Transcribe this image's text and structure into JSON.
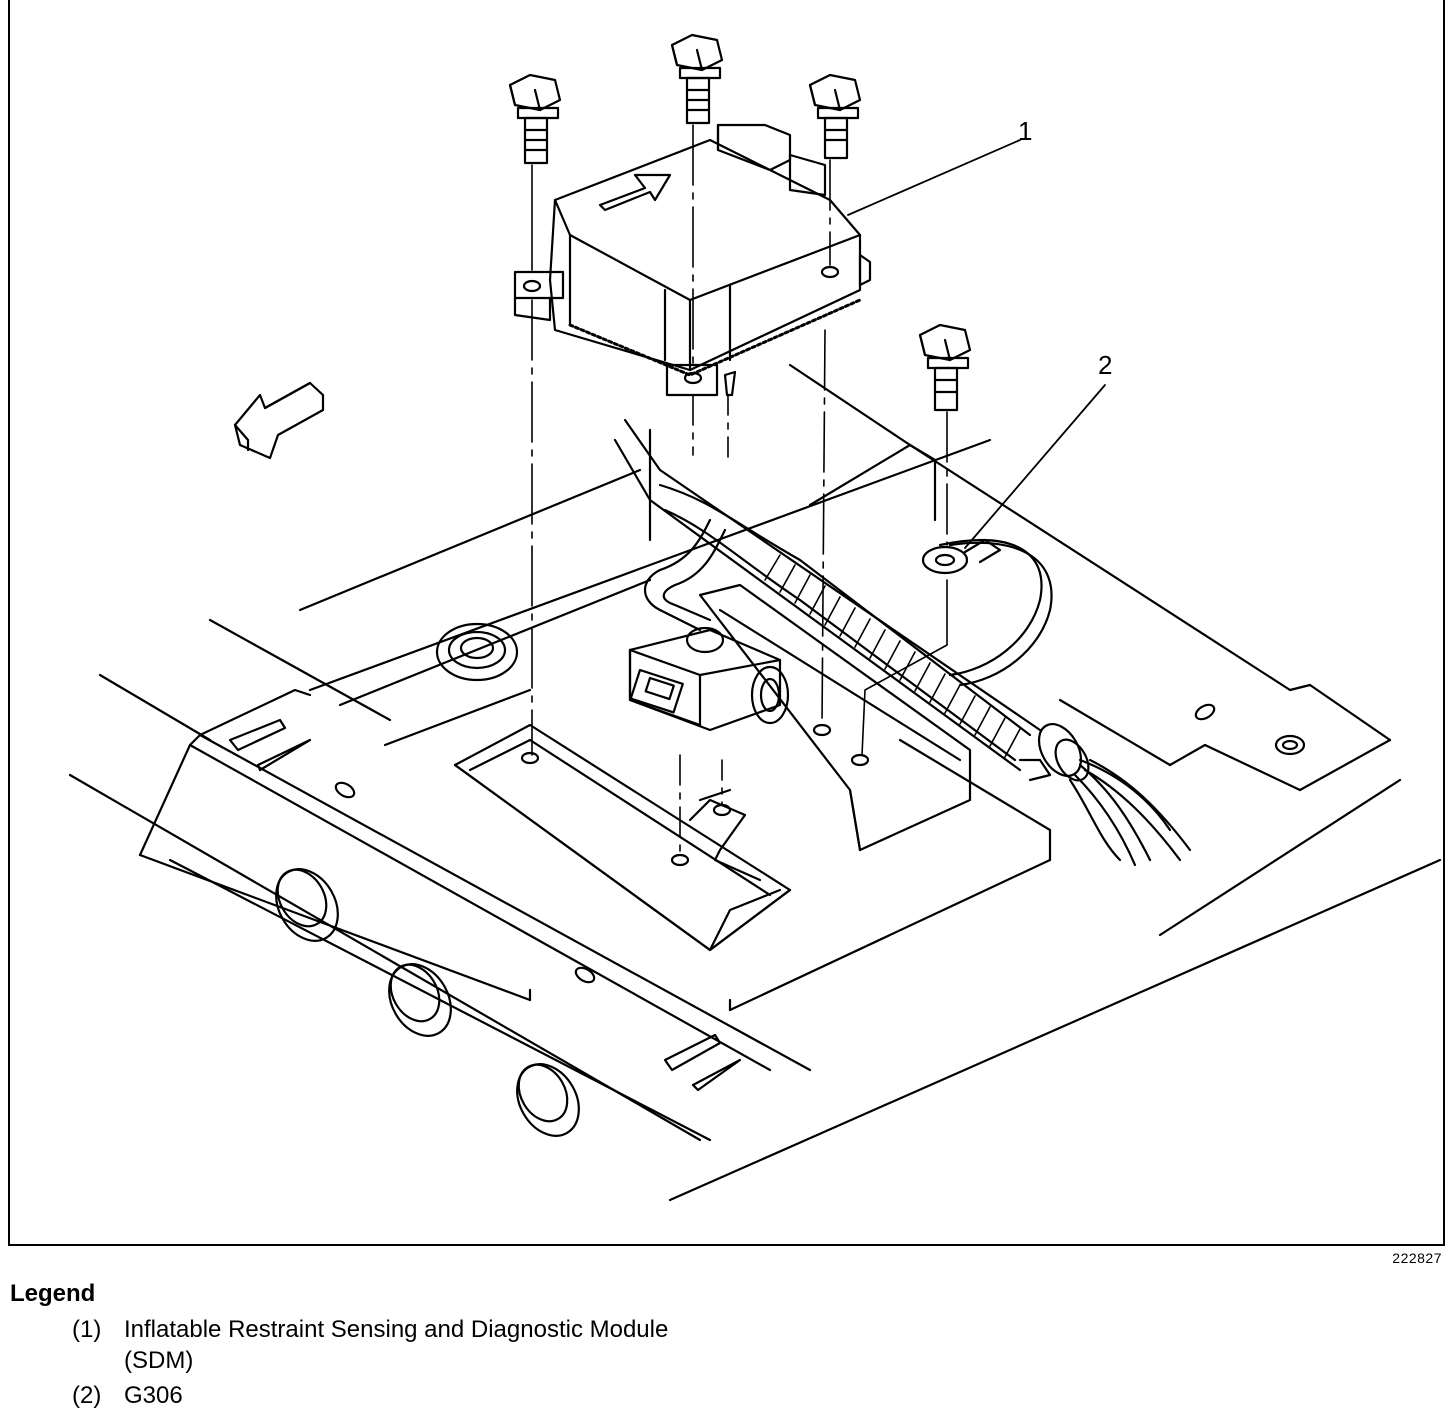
{
  "figure": {
    "figure_id": "222827",
    "callouts": [
      {
        "label": "1"
      },
      {
        "label": "2"
      }
    ]
  },
  "legend": {
    "title": "Legend",
    "items": [
      {
        "number": "(1)",
        "text": "Inflatable Restraint Sensing and Diagnostic Module (SDM)"
      },
      {
        "number": "(2)",
        "text": "G306"
      }
    ]
  }
}
